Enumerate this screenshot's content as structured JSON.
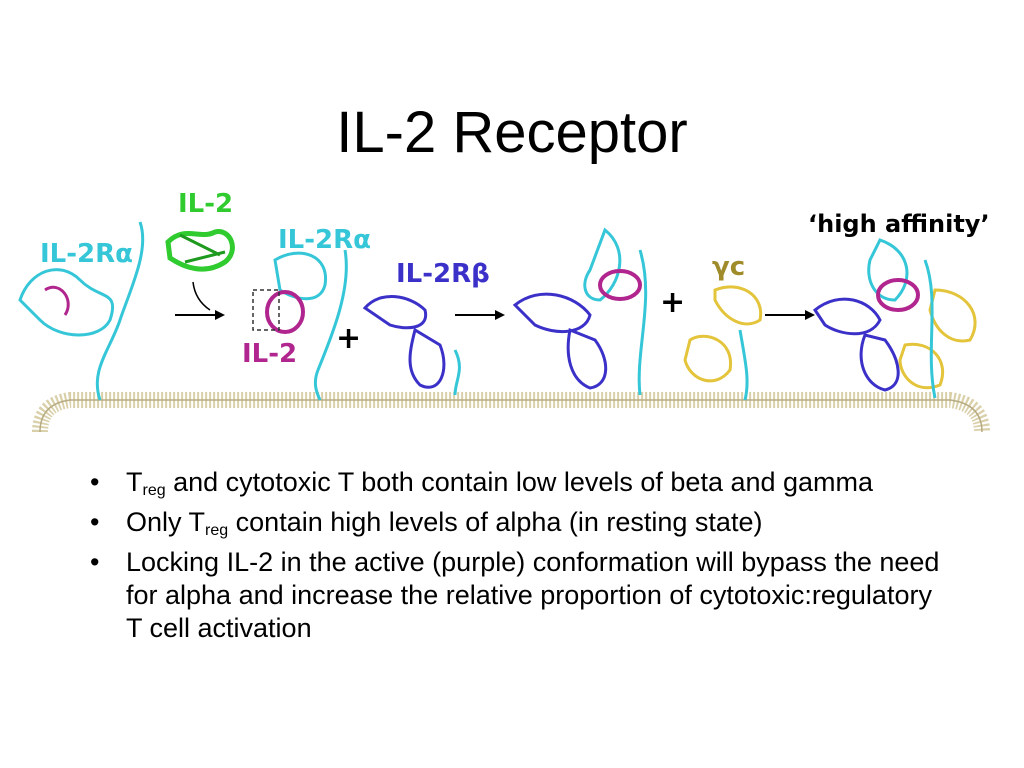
{
  "slide": {
    "title": "IL-2 Receptor"
  },
  "diagram": {
    "labels": {
      "il2_top": "IL-2",
      "il2ra_left": "IL-2Rα",
      "il2ra_mid": "IL-2Rα",
      "il2_bound": "IL-2",
      "il2rb": "IL-2Rβ",
      "gamma_c": "γc",
      "high_affinity": "‘high affinity’",
      "plus_1": "+",
      "plus_2": "+"
    },
    "colors": {
      "alpha": "#35c6d8",
      "il2_green": "#2fcb2f",
      "il2_purple": "#b0268e",
      "beta": "#3b31c9",
      "gamma": "#e3c43a",
      "membrane": "#d9cfa8"
    }
  },
  "bullets": [
    {
      "parts": [
        {
          "t": "T"
        },
        {
          "t": "reg",
          "sub": true
        },
        {
          "t": " and cytotoxic T both contain low levels of beta and gamma"
        }
      ]
    },
    {
      "parts": [
        {
          "t": "Only T"
        },
        {
          "t": "reg",
          "sub": true
        },
        {
          "t": " contain high levels of alpha (in resting state)"
        }
      ]
    },
    {
      "parts": [
        {
          "t": "Locking IL-2 in the active (purple) conformation will bypass the need for alpha and increase the relative proportion of cytotoxic:regulatory T cell activation"
        }
      ]
    }
  ]
}
